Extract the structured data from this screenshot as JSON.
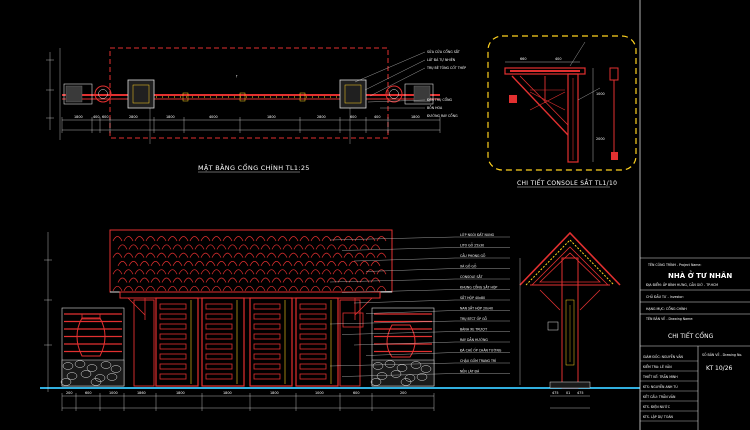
{
  "drawing": {
    "plan_title": "MẶT BẰNG CỔNG CHÍNH  TL1:25",
    "console_title": "CHI TIẾT CONSOLE SẮT TL1/10",
    "plan_labels": [
      "SỬA CỬA CỔNG SẮT",
      "LÁT ĐÁ TỰ NHIÊN",
      "TRỤ BÊ TÔNG CỐT THÉP",
      "ĐÈN TRỤ CỔNG",
      "BỒN HOA",
      "ĐƯỜNG RAY CỔNG"
    ],
    "plan_dims": [
      "1800",
      "400",
      "600",
      "2800",
      "1800",
      "4000",
      "1800",
      "2800",
      "600",
      "400",
      "1800"
    ],
    "console_dims": [
      "660",
      "400",
      "1000",
      "2000"
    ],
    "elev_labels": [
      "LỚP NGÓI ĐẤT NUNG",
      "LITO GỖ 25x30",
      "CẦU PHONG GỖ",
      "XÀ GỒ GỖ",
      "CONSOLE SẮT",
      "KHUNG CỔNG SẮT HỘP",
      "SẮT HỘP 40x80",
      "NAN SẮT HỘP 20x40",
      "TRỤ BTCT ỐP GỖ",
      "BÁNH XE TRƯỢT",
      "RAY DẪN HƯỚNG",
      "ĐÁ CHẺ ỐP CHÂN TƯỜNG",
      "CHẬU GỐM TRANG TRÍ",
      "NỀN LÁT ĐÁ"
    ],
    "elev_dims": [
      "200",
      "600",
      "1000",
      "1860",
      "1800",
      "1800",
      "1800",
      "1000",
      "600",
      "200"
    ],
    "section_dims": [
      "475",
      "01",
      "475"
    ]
  },
  "title_block": {
    "project_label": "TÊN CÔNG TRÌNH - Project Name:",
    "project_name": "NHÀ Ở TƯ NHÂN",
    "address": "ĐỊA ĐIỂM: ẤP BÌNH HƯNG, CẦN GIỜ - TP.HCM",
    "owner": "CHỦ ĐẦU TƯ - Investor:",
    "category": "HẠNG MỤC: CỔNG CHÍNH",
    "drawing_label": "TÊN BẢN VẼ - Drawing Name:",
    "drawing_name": "CHI TIẾT CỔNG",
    "rows": [
      "GIÁM ĐỐC: NGUYỄN VĂN",
      "KIỂM TRA: LÊ VĂN",
      "THIẾT KẾ: TRẦN MINH",
      "KTS: NGUYỄN ANH TÚ",
      "KẾT CẤU: TRẦN VĂN",
      "KTS. ĐIỆN NƯỚC",
      "KTS. LẬP DỰ TOÁN"
    ],
    "sheet_label": "SỐ BẢN VẼ - Drawing No.",
    "sheet_no": "KT 10/26"
  }
}
